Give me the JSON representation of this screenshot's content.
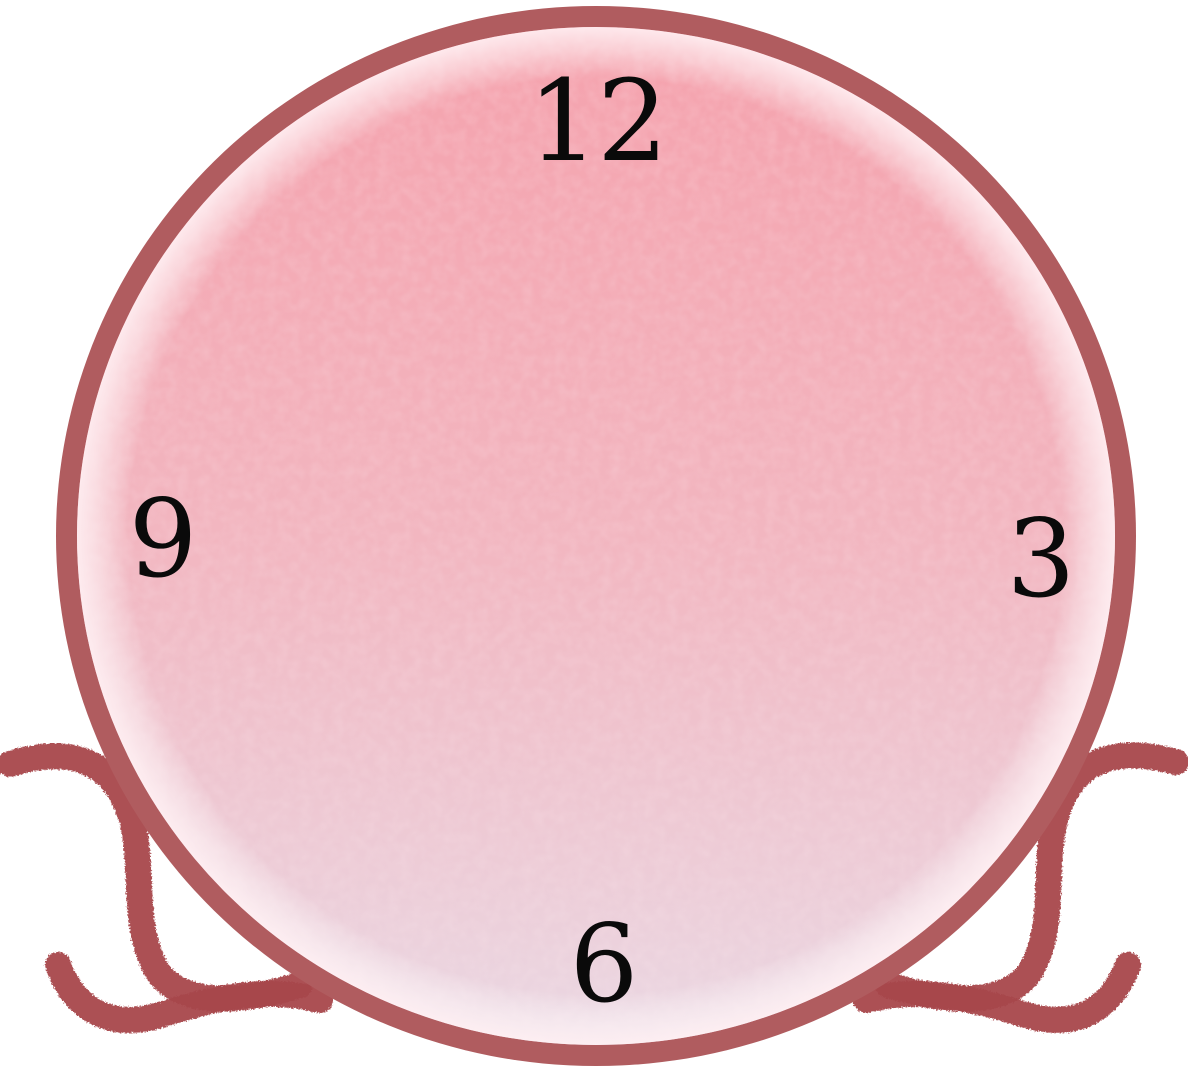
{
  "clock": {
    "numerals": {
      "twelve": "12",
      "three": "3",
      "six": "6",
      "nine": "9"
    }
  },
  "colors": {
    "rim": "#b05c5f",
    "face_top": "#f4a3ad",
    "face_bottom": "#ecd6e0",
    "face_glow": "#fde6ea",
    "legs": "#a8474c",
    "numerals": "#0a0a0a"
  }
}
